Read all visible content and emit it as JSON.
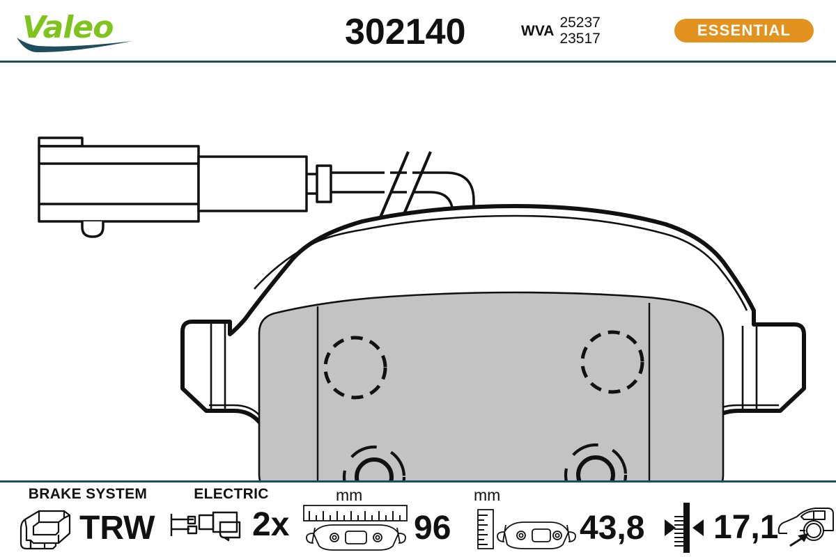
{
  "header": {
    "brand": "Valeo",
    "brand_color": "#7FC41C",
    "swoosh_color": "#1E4D5B",
    "part_number": "302140",
    "wva_label": "WVA",
    "wva_codes": [
      "25237",
      "23517"
    ],
    "badge_label": "ESSENTIAL",
    "badge_color": "#E2921F",
    "rule_color": "#1E4D5B"
  },
  "drawing": {
    "friction_color": "#C3C3C3",
    "line_color": "#111111",
    "description": "Rear brake pad with electric wear sensor cable and connector"
  },
  "specs": {
    "brake_system": {
      "title": "BRAKE SYSTEM",
      "value": "TRW",
      "icon": "caliper-icon"
    },
    "electric": {
      "title": "ELECTRIC",
      "value": "2x",
      "icon": "wear-sensor-icon"
    },
    "width": {
      "unit": "mm",
      "value": "96",
      "icon": "horizontal-ruler-icon"
    },
    "height": {
      "unit": "mm",
      "value": "43,8",
      "icon": "vertical-ruler-icon"
    },
    "thickness": {
      "value": "17,1",
      "icon": "thickness-gauge-icon"
    },
    "axle": {
      "position": "rear",
      "icon": "car-rear-axle-icon"
    }
  }
}
